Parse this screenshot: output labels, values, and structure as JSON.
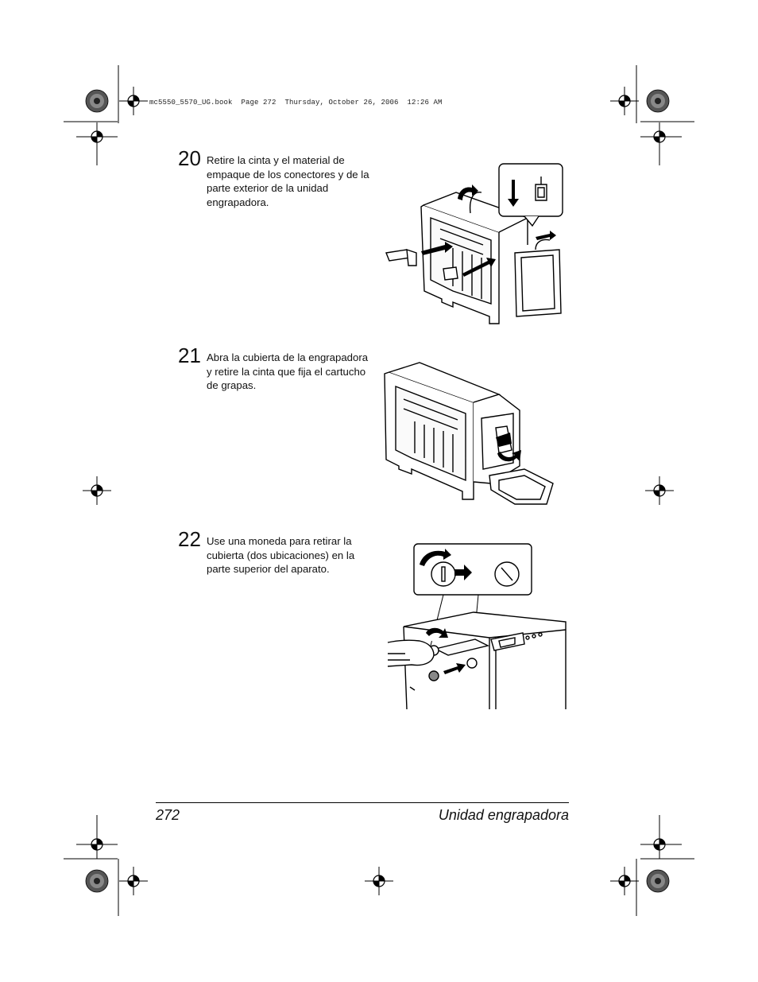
{
  "slug_line": "mc5550_5570_UG.book  Page 272  Thursday, October 26, 2006  12:26 AM",
  "steps": [
    {
      "number": "20",
      "text": "Retire la cinta y el material de empaque de los conectores y de la parte exterior de la unidad engrapadora."
    },
    {
      "number": "21",
      "text": "Abra la cubierta de la engrapadora y retire la cinta que fija el cartucho de grapas."
    },
    {
      "number": "22",
      "text": "Use una moneda para retirar la cubierta (dos ubicaciones) en la parte superior del aparato."
    }
  ],
  "footer": {
    "page_number": "272",
    "section_title": "Unidad engrapadora"
  }
}
